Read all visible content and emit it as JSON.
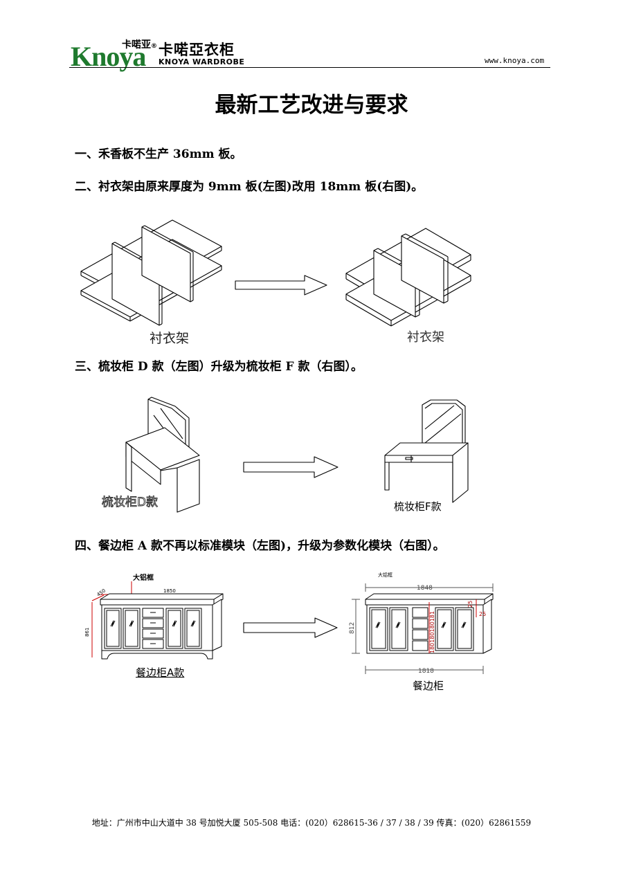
{
  "header": {
    "logo_latin": "Knoya",
    "logo_small_cn": "卡喏亚",
    "logo_registered": "®",
    "brand_cn": "卡喏亞衣柜",
    "brand_en": "KNOYA WARDROBE",
    "url": "www.knoya.com"
  },
  "title": "最新工艺改进与要求",
  "items": [
    {
      "text": "一、禾香板不生产 36mm 板。"
    },
    {
      "text": "二、衬衣架由原来厚度为 9mm 板(左图)改用 18mm 板(右图)。"
    },
    {
      "text": "三、梳妆柜 D 款（左图）升级为梳妆柜 F 款（右图）。"
    },
    {
      "text": "四、餐边柜 A 款不再以标准模块（左图)，升级为参数化模块（右图）。"
    }
  ],
  "figures": {
    "shirt_rack": {
      "left_caption": "衬衣架",
      "right_caption": "衬衣架"
    },
    "dresser": {
      "left_caption": "梳妆柜D款",
      "right_caption": "梳妆柜F款"
    },
    "sideboard": {
      "left_caption": "餐边柜A款",
      "right_caption": "餐边柜",
      "left_label": "大铝框",
      "left_dim_width": "1850",
      "left_dim_depth": "450",
      "left_dim_height": "861",
      "right_label": "大铝框",
      "right_dim_top": "1848",
      "right_dim_bottom": "1818",
      "right_dim_height": "812",
      "right_dim_drawers": "180180180181",
      "right_dim_top_gap": "25",
      "right_dim_side_gap": "25"
    }
  },
  "footer": {
    "text": "地址：广州市中山大道中 38 号加悦大厦 505-508    电话：(020）628615-36 / 37 / 38 / 39    传真：(020）62861559"
  }
}
